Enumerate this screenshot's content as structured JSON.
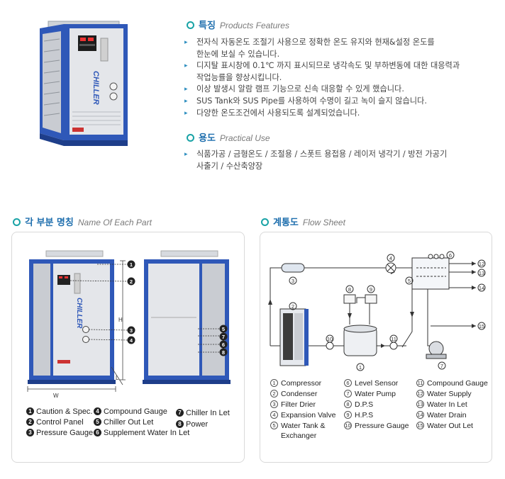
{
  "features": {
    "title_ko": "특징",
    "title_en": "Products Features",
    "items": [
      "전자식 자동온도 조절기 사용으로 정확한 온도 유지와 현재&설정 온도를",
      "한눈에 보실 수 있습니다.",
      "디지탈 표시창에 0.1℃ 까지 표시되므로 냉각속도 및 부하변동에 대한 대응력과",
      "작업능률을 향상시킵니다.",
      "이상 발생시 알람 램프 기능으로 신속 대응할 수 있게 했습니다.",
      "SUS Tank와 SUS Pipe를 사용하여 수명이 길고 녹이 슬지 않습니다.",
      "다양한 온도조건에서 사용되도록 설계되었습니다."
    ]
  },
  "usage": {
    "title_ko": "용도",
    "title_en": "Practical Use",
    "line1": "식품가공 / 금형온도 / 조절용 / 스폿트 용접용 / 레이저 냉각기 / 방전 가공기",
    "line2": "사출기 / 수산축양장"
  },
  "parts_section": {
    "title_ko": "각 부분 명칭",
    "title_en": "Name Of Each Part",
    "chiller_text": "CHILLER",
    "dim_h": "H",
    "dim_w": "W",
    "dim_l": "L",
    "markers": [
      "1",
      "2",
      "3",
      "4",
      "5",
      "6",
      "7",
      "8"
    ],
    "items": [
      {
        "num": "1",
        "label": "Caution & Spec."
      },
      {
        "num": "2",
        "label": "Control Panel"
      },
      {
        "num": "3",
        "label": "Pressure Gauge"
      },
      {
        "num": "4",
        "label": "Compound Gauge"
      },
      {
        "num": "5",
        "label": "Chiller Out Let"
      },
      {
        "num": "6",
        "label": "Supplement Water In Let"
      },
      {
        "num": "7",
        "label": "Chiller In Let"
      },
      {
        "num": "8",
        "label": "Power"
      }
    ]
  },
  "flow_section": {
    "title_ko": "계통도",
    "title_en": "Flow Sheet",
    "diagram_numbers": [
      "1",
      "2",
      "3",
      "4",
      "5",
      "6",
      "8",
      "9",
      "10",
      "11",
      "12",
      "13",
      "14",
      "15",
      "7"
    ],
    "legend": [
      {
        "num": "1",
        "label": "Compressor"
      },
      {
        "num": "2",
        "label": "Condenser"
      },
      {
        "num": "3",
        "label": "Filter Drier"
      },
      {
        "num": "4",
        "label": "Expansion Valve"
      },
      {
        "num": "5",
        "label": "Water Tank &"
      },
      {
        "num": "",
        "label": "Exchanger"
      },
      {
        "num": "6",
        "label": "Level Sensor"
      },
      {
        "num": "7",
        "label": "Water Pump"
      },
      {
        "num": "8",
        "label": "D.P.S"
      },
      {
        "num": "9",
        "label": "H.P.S"
      },
      {
        "num": "10",
        "label": "Pressure Gauge"
      },
      {
        "num": "11",
        "label": "Compound Gauge"
      },
      {
        "num": "12",
        "label": "Water Supply"
      },
      {
        "num": "13",
        "label": "Water In Let"
      },
      {
        "num": "14",
        "label": "Water Drain"
      },
      {
        "num": "15",
        "label": "Water Out Let"
      }
    ]
  },
  "colors": {
    "frame_blue": "#2f58b8",
    "panel_gray": "#e4e6ea",
    "accent_teal": "#19a3a6",
    "heading_blue": "#1f6fae"
  }
}
